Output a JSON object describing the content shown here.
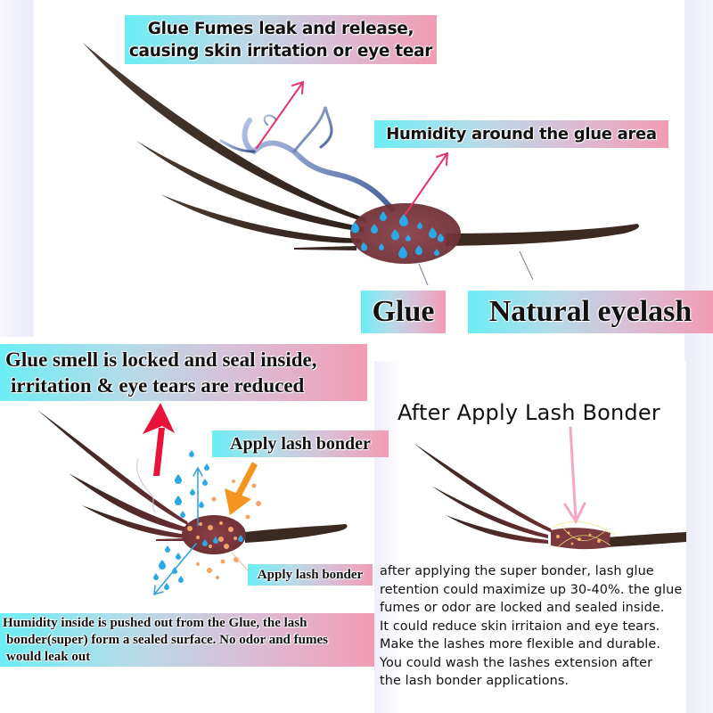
{
  "labels": {
    "fumes": [
      "Glue Fumes leak and release,",
      "causing skin irritation or eye tear"
    ],
    "humidity": "Humidity around the glue area",
    "glue": "Glue",
    "natural_eyelash": "Natural eyelash",
    "sealed": [
      "Glue smell is locked and seal inside,",
      "irritation & eye tears are reduced"
    ],
    "apply_bonder_top": "Apply lash bonder",
    "apply_bonder_bottom": "Apply lash bonder",
    "pushed_out": [
      "Humidity inside is pushed out from the Glue, the lash",
      "bonder(super) form a sealed surface. No odor and fumes",
      "would leak out"
    ],
    "after_heading": "After Apply Lash Bonder"
  },
  "description": [
    "after applying the super bonder, lash glue",
    "retention could maximize up 30-40%. the glue",
    "fumes or odor are locked and sealed inside.",
    "It could reduce skin irritaion and eye tears.",
    "Make the lashes more flexible and durable.",
    "You could wash the lashes extension after",
    "the lash bonder applications."
  ],
  "colors": {
    "label_gradient_start": "#6cedf4",
    "label_gradient_end": "#f29cb4",
    "lash": "#3a2a22",
    "glue_blob": "#7a3a3e",
    "water_drop": "#2aa8e8",
    "bonder_dot": "#f2a468",
    "pink_arrow": "#e8336a",
    "red_arrow": "#e8123a",
    "orange_arrow": "#f5941e",
    "light_pink_arrow": "#f4a7c4",
    "blue_arrow": "#2f9fe0",
    "smoke": "#5c74b0"
  },
  "icons": [
    "water-drop-icon",
    "bonder-dot-icon",
    "arrow-icon",
    "smoke-icon"
  ]
}
